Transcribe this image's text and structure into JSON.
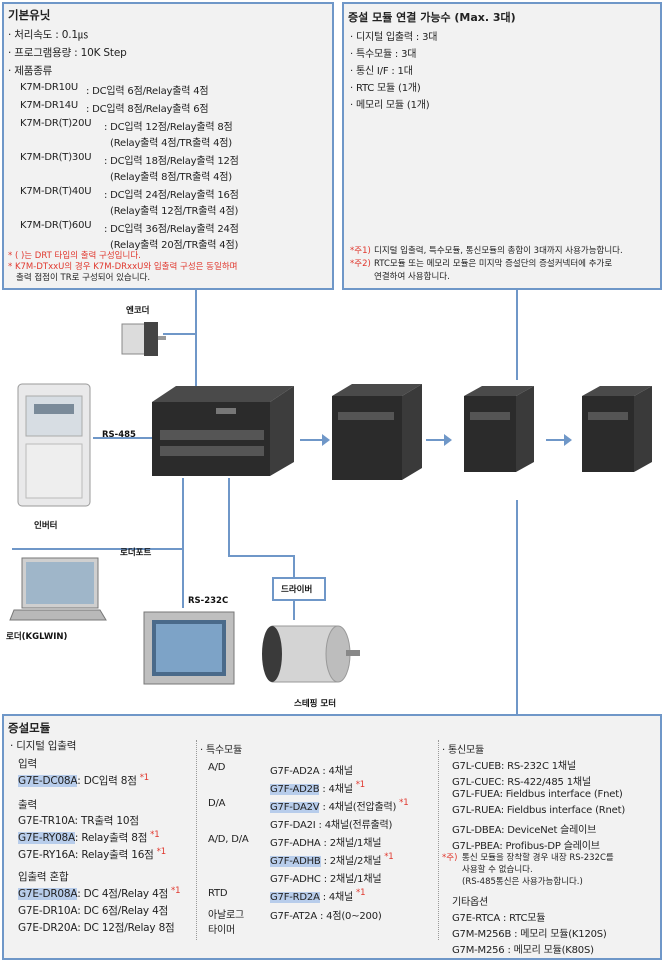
{
  "basic_unit": {
    "title": "기본유닛",
    "bullets": [
      "· 처리속도 : 0.1㎲",
      "· 프로그램용량 : 10K Step",
      "· 제품종류"
    ],
    "products": [
      {
        "model": "K7M-DR10U",
        "spec": ": DC입력 6점/Relay출력 4점"
      },
      {
        "model": "K7M-DR14U",
        "spec": ": DC입력 8점/Relay출력 6점"
      },
      {
        "model": "K7M-DR(T)20U",
        "spec": ": DC입력 12점/Relay출력 8점",
        "spec2": "(Relay출력 4점/TR출력 4점)"
      },
      {
        "model": "K7M-DR(T)30U",
        "spec": ": DC입력 18점/Relay출력 12점",
        "spec2": "(Relay출력 8점/TR출력 4점)"
      },
      {
        "model": "K7M-DR(T)40U",
        "spec": ": DC입력 24점/Relay출력 16점",
        "spec2": "(Relay출력 12점/TR출력 4점)"
      },
      {
        "model": "K7M-DR(T)60U",
        "spec": ": DC입력 36점/Relay출력 24점",
        "spec2": "(Relay출력 20점/TR출력 4점)"
      }
    ],
    "notes": [
      "* ( )는 DRT 타입의 출력 구성입니다.",
      "* K7M-DTxxU의 경우 K7M-DRxxU와 입출력 구성은 동일하며",
      "출력 접점이 TR로 구성되어 있습니다."
    ]
  },
  "expansion_count": {
    "title": "증설 모듈 연결 가능수 (Max. 3대)",
    "items": [
      "· 디지털 입출력 : 3대",
      "· 특수모듈 : 3대",
      "· 통신 I/F : 1대",
      "· RTC 모듈 (1개)",
      "· 메모리 모듈 (1개)"
    ],
    "notes": [
      {
        "mark": "*주1)",
        "text": "디지털 입출력, 특수모듈, 통신모듈의 총합이 3대까지 사용가능합니다."
      },
      {
        "mark": "*주2)",
        "text": "RTC모듈 또는 메모리 모듈은 미지막 증설단의 증설커넥터에 추가로",
        "text2": "연결하여 사용합니다."
      }
    ]
  },
  "diagram": {
    "encoder": "엔코더",
    "rs485": "RS-485",
    "inverter": "인버터",
    "loader_port": "로더포트",
    "loader": "로더(KGLWIN)",
    "rs232c": "RS-232C",
    "driver": "드라이버",
    "stepping_motor": "스테핑 모터"
  },
  "expansion_modules": {
    "title": "증설모듈",
    "digital": {
      "heading": "· 디지털 입출력",
      "input_label": "입력",
      "inputs": [
        {
          "model": "G7E-DC08A",
          "spec": ": DC입력 8점",
          "mark": "*1",
          "hl": true
        }
      ],
      "output_label": "출력",
      "outputs": [
        {
          "model": "G7E-TR10A",
          "spec": ": TR출력 10점",
          "mark": "",
          "hl": false
        },
        {
          "model": "G7E-RY08A",
          "spec": ": Relay출력 8점",
          "mark": "*1",
          "hl": true
        },
        {
          "model": "G7E-RY16A",
          "spec": ": Relay출력 16점",
          "mark": "*1",
          "hl": false
        }
      ],
      "mixed_label": "입출력 혼합",
      "mixed": [
        {
          "model": "G7E-DR08A",
          "spec": ": DC 4점/Relay 4점",
          "mark": "*1",
          "hl": true
        },
        {
          "model": "G7E-DR10A",
          "spec": ": DC 6점/Relay 4점",
          "mark": "",
          "hl": false
        },
        {
          "model": "G7E-DR20A",
          "spec": ": DC 12점/Relay 8점",
          "mark": "",
          "hl": false
        }
      ]
    },
    "special": {
      "heading": "· 특수모듈",
      "rows": [
        {
          "cat": "A/D",
          "model": "G7F-AD2A",
          "spec": ": 4채널",
          "mark": "",
          "hl": false
        },
        {
          "cat": "",
          "model": "G7F-AD2B",
          "spec": ": 4채널",
          "mark": "*1",
          "hl": true
        },
        {
          "cat": "D/A",
          "model": "G7F-DA2V",
          "spec": ": 4채널(전압출력)",
          "mark": "*1",
          "hl": true
        },
        {
          "cat": "",
          "model": "G7F-DA2I",
          "spec": ": 4채널(전류출력)",
          "mark": "",
          "hl": false
        },
        {
          "cat": "A/D, D/A",
          "model": "G7F-ADHA",
          "spec": ": 2채널/1채널",
          "mark": "",
          "hl": false
        },
        {
          "cat": "",
          "model": "G7F-ADHB",
          "spec": ": 2채널/2채널",
          "mark": "*1",
          "hl": true
        },
        {
          "cat": "",
          "model": "G7F-ADHC",
          "spec": ": 2채널/1채널",
          "mark": "",
          "hl": false
        },
        {
          "cat": "RTD",
          "model": "G7F-RD2A",
          "spec": ": 4채널",
          "mark": "*1",
          "hl": true
        },
        {
          "cat": "아날로그",
          "model": "G7F-AT2A",
          "spec": ": 4점(0~200)",
          "mark": "",
          "hl": false
        }
      ],
      "cat_extra": "타이머"
    },
    "comm": {
      "heading": "· 통신모듈",
      "rows": [
        {
          "model": "G7L-CUEB",
          "spec": ": RS-232C 1채널"
        },
        {
          "model": "G7L-CUEC",
          "spec": ": RS-422/485 1채널"
        },
        {
          "model": "G7L-FUEA",
          "spec": ": Fieldbus interface (Fnet)"
        },
        {
          "model": "G7L-RUEA",
          "spec": ": Fieldbus interface (Rnet)"
        },
        {
          "model": "G7L-DBEA",
          "spec": ": DeviceNet 슬레이브"
        },
        {
          "model": "G7L-PBEA",
          "spec": ": Profibus-DP 슬레이브"
        }
      ],
      "note_mark": "*주)",
      "note": [
        "통신 모듈을 장착할 경우 내장 RS-232C를",
        "사용할 수 없습니다.",
        "(RS-485통신은 사용가능합니다.)"
      ],
      "other_heading": "기타옵션",
      "other": [
        {
          "model": "G7E-RTCA",
          "spec": ": RTC모듈"
        },
        {
          "model": "G7M-M256B",
          "spec": ": 메모리 모듈(K120S)"
        },
        {
          "model": "G7M-M256",
          "spec": ": 메모리 모듈(K80S)"
        }
      ]
    }
  },
  "colors": {
    "line": "#6f97c8",
    "box_bg": "#f2f2f2",
    "note_red": "#e0372d",
    "highlight": "#b8cdeb"
  }
}
